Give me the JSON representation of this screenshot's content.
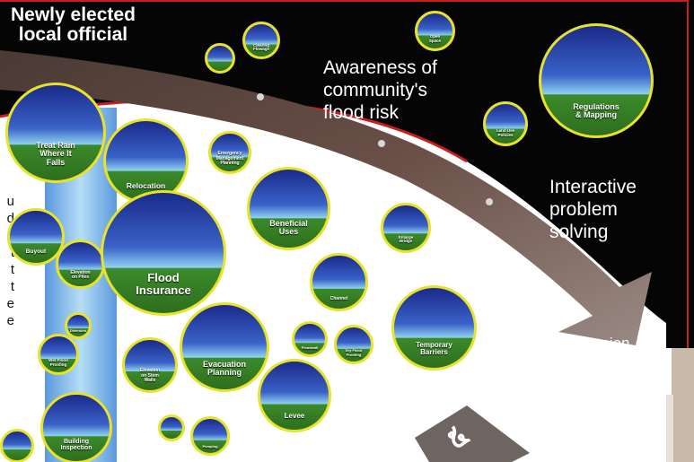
{
  "stage_labels": {
    "top_left": [
      "Newly elected",
      "local official"
    ],
    "middle": [
      "Awareness of",
      "community's",
      "flood risk"
    ],
    "right": [
      "Interactive",
      "problem",
      "solving"
    ],
    "end": "Champion",
    "sign": "໕"
  },
  "left_text_fragments": [
    "u",
    "d",
    "g",
    "t",
    "t",
    "t",
    "e",
    "e"
  ],
  "bubbles": [
    {
      "id": "treat-rain",
      "lines": [
        "Treat Rain",
        "Where It",
        "Falls"
      ]
    },
    {
      "id": "relocation",
      "lines": [
        "Relocation"
      ]
    },
    {
      "id": "emergency-management",
      "lines": [
        "Emergency",
        "Management",
        "Planning"
      ]
    },
    {
      "id": "clearing-flowage",
      "lines": [
        "Clearing",
        "Flowage"
      ]
    },
    {
      "id": "beneficial-uses",
      "lines": [
        "Beneficial",
        "Uses"
      ]
    },
    {
      "id": "buyout",
      "lines": [
        "Buyout"
      ]
    },
    {
      "id": "elevation-piles",
      "lines": [
        "Elevation",
        "on Piles"
      ]
    },
    {
      "id": "flood-insurance",
      "lines": [
        "Flood",
        "Insurance"
      ]
    },
    {
      "id": "channel",
      "lines": [
        "Channel"
      ]
    },
    {
      "id": "enlarge-bridge",
      "lines": [
        "Enlarge",
        "Bridge"
      ]
    },
    {
      "id": "temporary-barriers",
      "lines": [
        "Temporary",
        "Barriers"
      ]
    },
    {
      "id": "regulations-mapping",
      "lines": [
        "Regulations",
        "& Mapping"
      ]
    },
    {
      "id": "land-use-policies",
      "lines": [
        "Land Use",
        "Policies"
      ]
    },
    {
      "id": "open-space",
      "lines": [
        "Open",
        "Space"
      ]
    },
    {
      "id": "wet-flood-proofing",
      "lines": [
        "Wet Flood",
        "Proofing"
      ]
    },
    {
      "id": "elevation-stem-walls",
      "lines": [
        "Elevation",
        "on Stem",
        "Walls"
      ]
    },
    {
      "id": "evacuation-planning",
      "lines": [
        "Evacuation",
        "Planning"
      ]
    },
    {
      "id": "levee",
      "lines": [
        "Levee"
      ]
    },
    {
      "id": "building-inspection",
      "lines": [
        "Building",
        "Inspection"
      ]
    },
    {
      "id": "pumping",
      "lines": [
        "Pumping"
      ]
    },
    {
      "id": "floodwall",
      "lines": [
        "Floodwall"
      ]
    },
    {
      "id": "dry-flood-proofing",
      "lines": [
        "Dry Flood",
        "Proofing"
      ]
    },
    {
      "id": "diversion",
      "lines": [
        "Diversion"
      ]
    }
  ],
  "colors": {
    "band": "#050505",
    "band_edge": "#c81e1e",
    "bubble_border": "#e8e22a",
    "arrow": "#5a4238",
    "column": "#6aaee8"
  }
}
